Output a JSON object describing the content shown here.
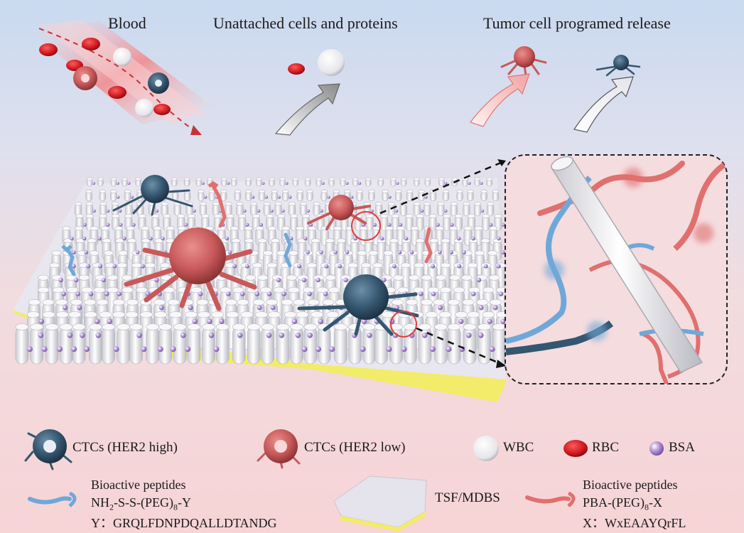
{
  "header": {
    "blood": "Blood",
    "unattached": "Unattached cells and proteins",
    "release": "Tumor cell programed release"
  },
  "legend": {
    "ctc_high": "CTCs (HER2 high)",
    "ctc_low": "CTCs (HER2 low)",
    "wbc": "WBC",
    "rbc": "RBC",
    "bsa": "BSA",
    "tsf": "TSF/MDBS",
    "peptide_blue": {
      "title": "Bioactive peptides",
      "formula_pre": "NH",
      "formula_sub": "2",
      "formula_mid": "-S-S-(PEG)",
      "formula_sub2": "8",
      "formula_post": "-Y",
      "seq": "Y：GRQLFDNPDQALLDTANDG"
    },
    "peptide_red": {
      "title": "Bioactive peptides",
      "formula_pre": "PBA-(PEG)",
      "formula_sub": "8",
      "formula_post": "-X",
      "seq": "X：WxEAAYQrFL"
    }
  },
  "colors": {
    "ctc_high": "#35566f",
    "ctc_low": "#c8595a",
    "rbc": "#c8141c",
    "peptide_blue": "#6fa8d8",
    "peptide_red": "#e0706e",
    "substrate": "#f2ec6a",
    "bsa": "#b494d8"
  }
}
